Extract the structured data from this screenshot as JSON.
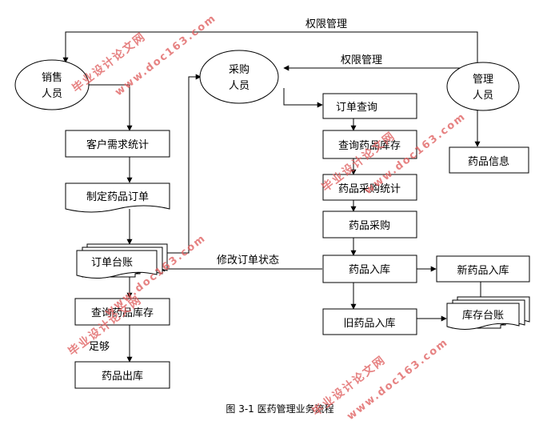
{
  "nodes": {
    "sales_actor": "销售\n人员",
    "purchase_actor": "采购\n人员",
    "manager_actor": "管理\n人员",
    "customer_demand": "客户需求统计",
    "make_order": "制定药品订单",
    "order_ledger": "订单台账",
    "query_stock_left": "查询药品库存",
    "drug_outbound": "药品出库",
    "order_query": "订单查询",
    "query_stock_right": "查询药品库存",
    "purchase_stats": "药品采购统计",
    "drug_purchase": "药品采购",
    "drug_inbound": "药品入库",
    "new_inbound": "新药品入库",
    "old_inbound": "旧药品入库",
    "stock_ledger": "库存台账",
    "drug_info": "药品信息"
  },
  "edge_labels": {
    "perm_top": "权限管理",
    "perm_mid": "权限管理",
    "modify_status": "修改订单状态",
    "sufficient": "足够"
  },
  "caption": "图 3-1 医药管理业务流程",
  "watermark": {
    "cn": "毕业设计论文网",
    "url": "www.doc163.com"
  }
}
